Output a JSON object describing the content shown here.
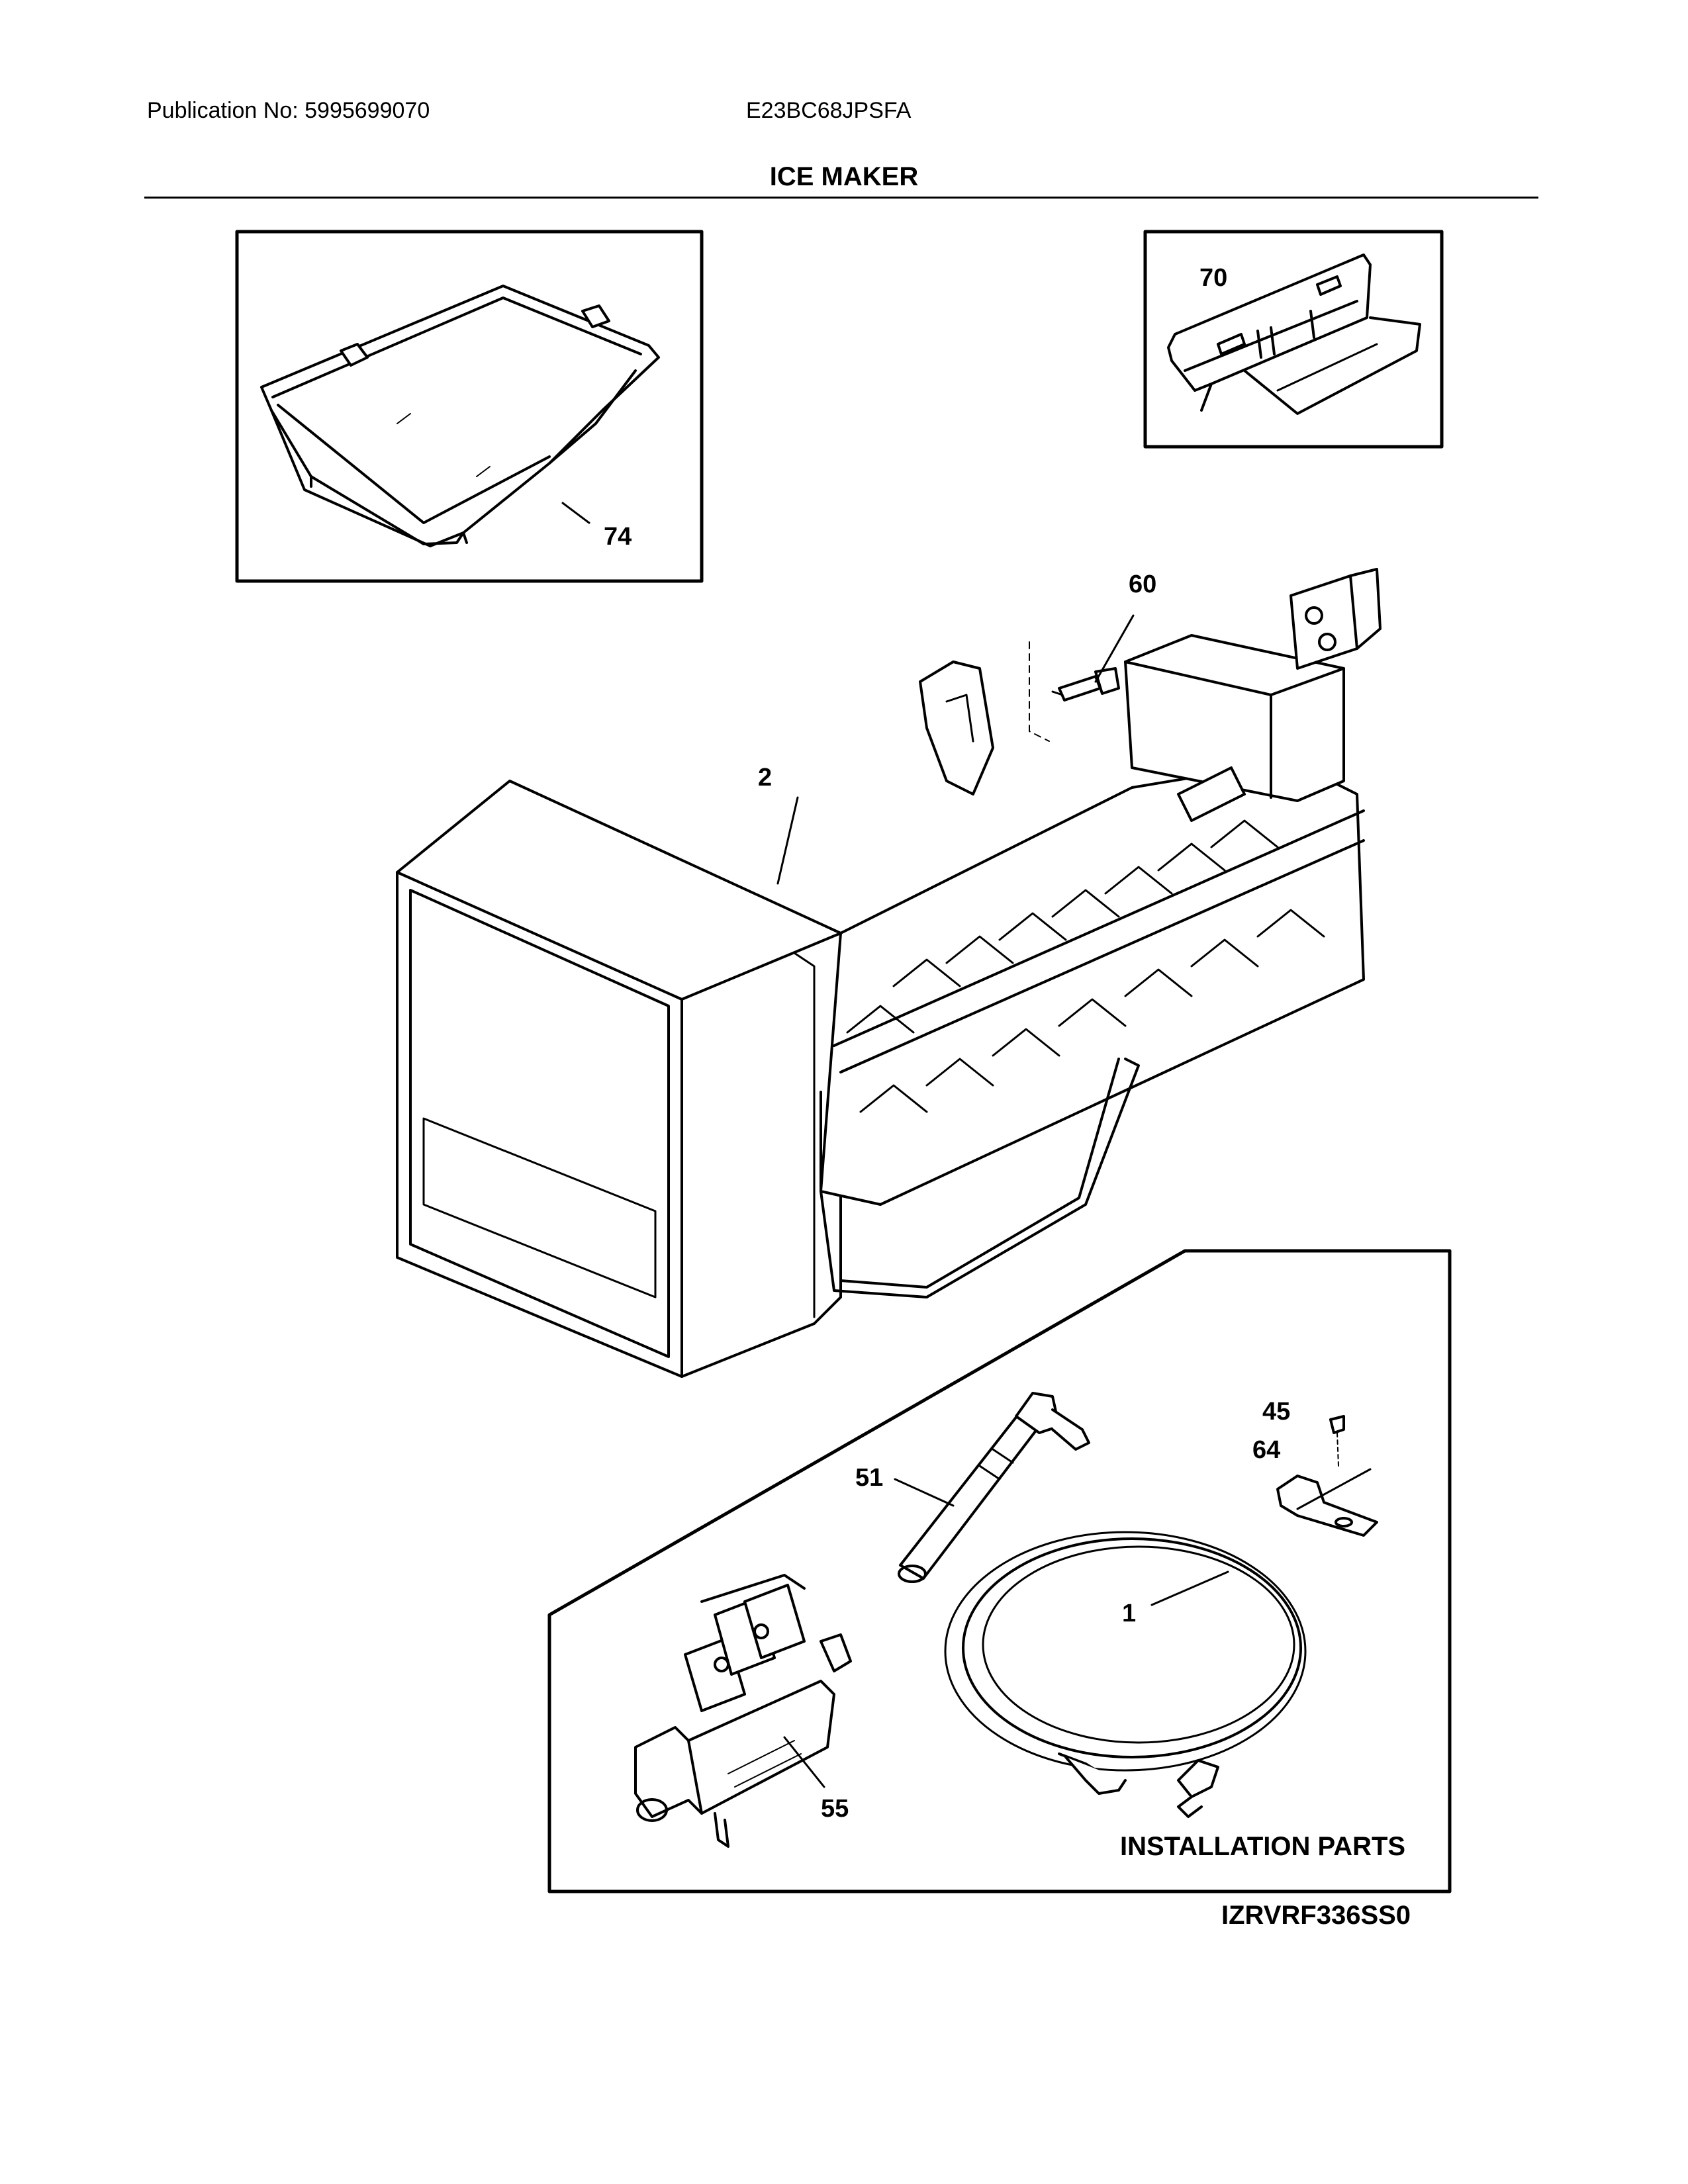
{
  "header": {
    "publication": "Publication No: 5995699070",
    "model": "E23BC68JPSFA"
  },
  "title": "ICE MAKER",
  "callouts": {
    "ice_bucket": "74",
    "mounting_bracket": "70",
    "screw": "60",
    "ice_maker": "2",
    "screw_small": "45",
    "clamp": "64",
    "fill_tube": "51",
    "water_line": "1",
    "water_valve": "55"
  },
  "installation_label": "INSTALLATION PARTS",
  "drawing_number": "IZRVRF336SS0"
}
